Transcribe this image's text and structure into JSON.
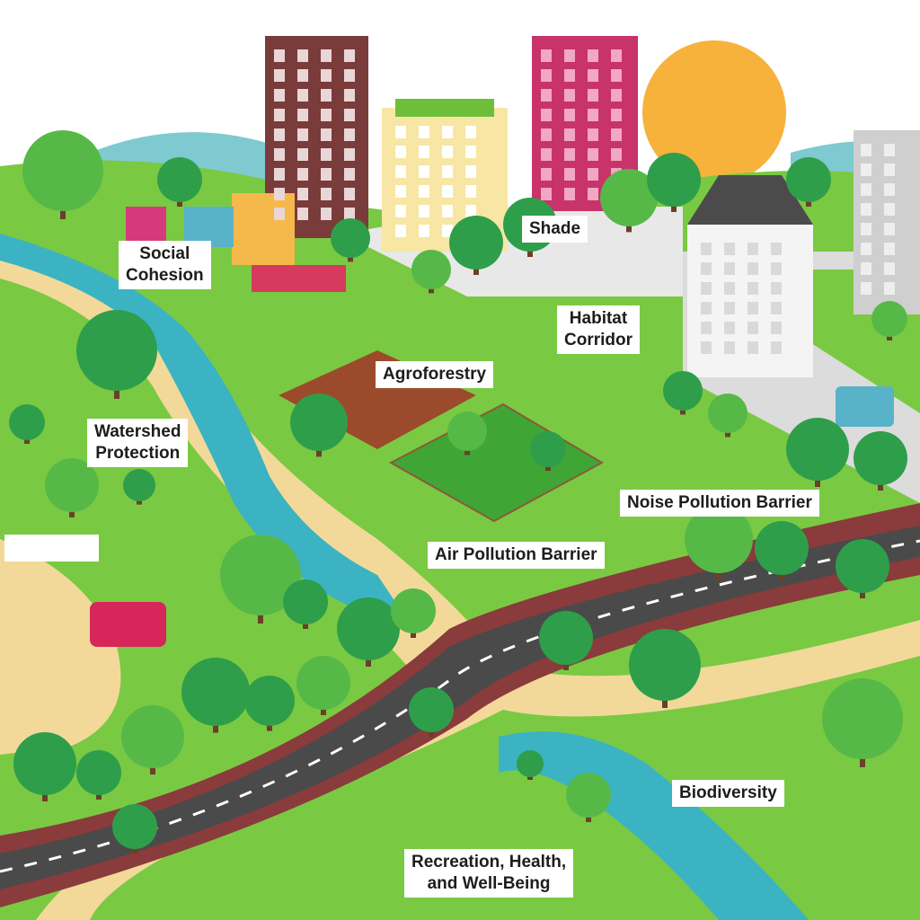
{
  "labels": {
    "social_cohesion": [
      "Social",
      "Cohesion"
    ],
    "shade": "Shade",
    "habitat_corridor": [
      "Habitat",
      "Corridor"
    ],
    "agroforestry": "Agroforestry",
    "watershed_protection": [
      "Watershed",
      "Protection"
    ],
    "noise_pollution_barrier": "Noise Pollution Barrier",
    "air_pollution_barrier": "Air Pollution Barrier",
    "biodiversity": "Biodiversity",
    "recreation": [
      "Recreation, Health,",
      "and Well-Being"
    ]
  },
  "colors": {
    "grass": "#7ac943",
    "river": "#3bb3c3",
    "road": "#4a4a4a",
    "path": "#f2d99a",
    "tree": "#2e9e4a",
    "sun": "#f7b23b"
  }
}
